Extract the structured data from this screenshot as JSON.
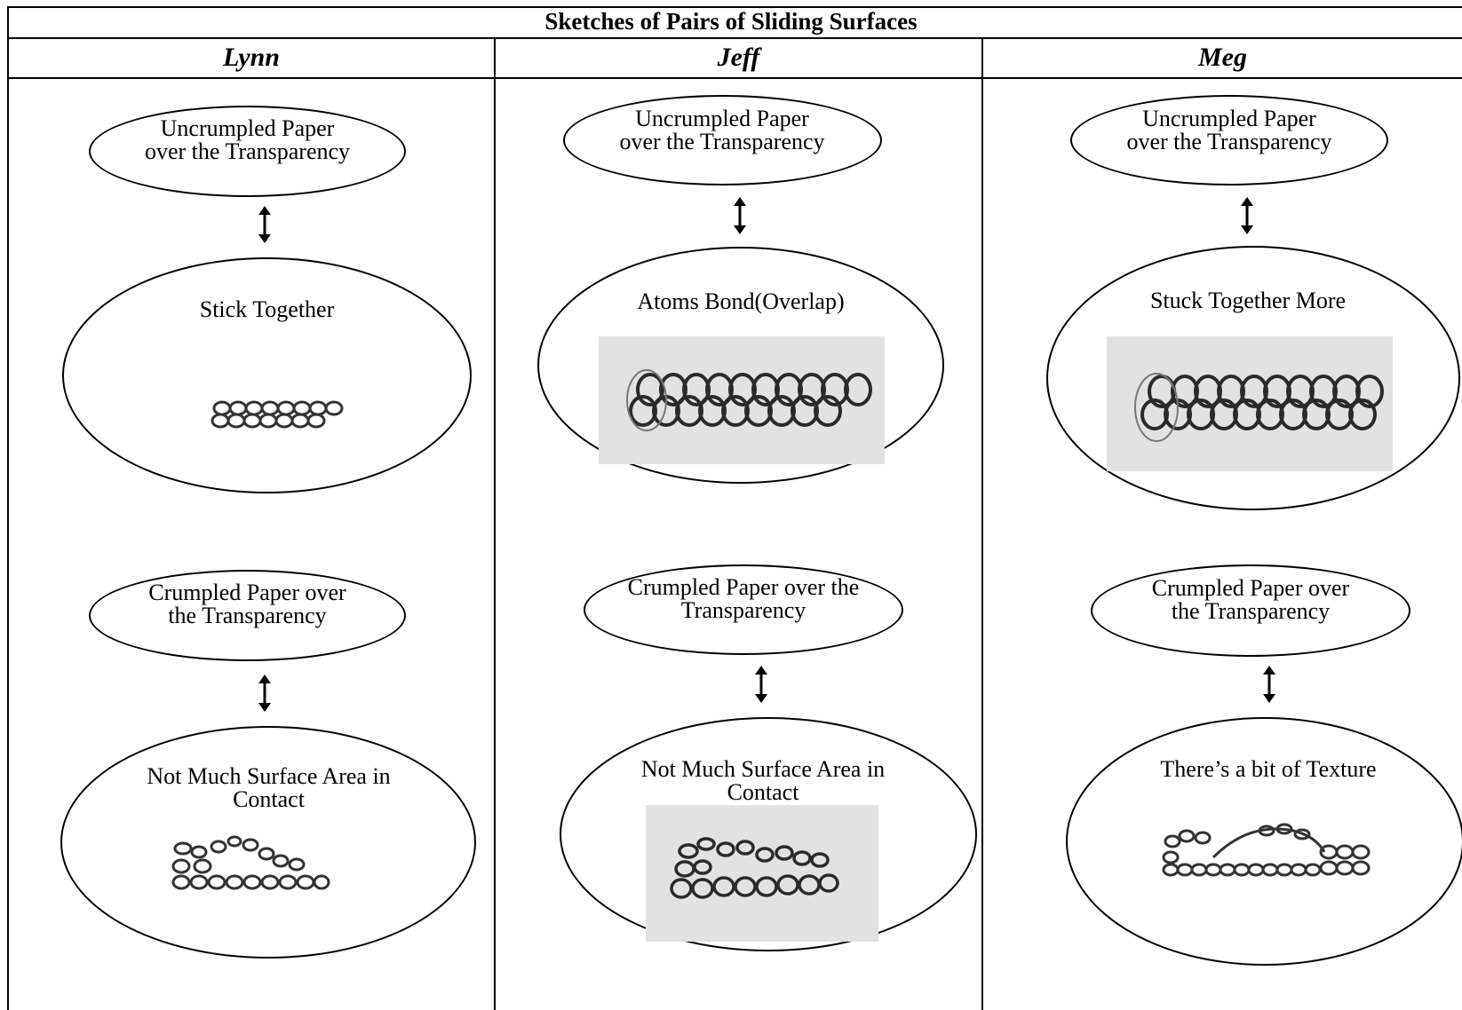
{
  "title": "Sketches of Pairs of  Sliding Surfaces",
  "columns": [
    {
      "name": "Lynn",
      "top_pair_label": "Uncrumpled Paper over the Transparency",
      "top_result": "Stick Together",
      "bottom_pair_label": "Crumpled Paper over the Transparency",
      "bottom_result": "Not Much Surface Area in Contact"
    },
    {
      "name": "Jeff",
      "top_pair_label": "Uncrumpled Paper over the Transparency",
      "top_result": "Atoms Bond(Overlap)",
      "bottom_pair_label": "Crumpled Paper over the Transparency",
      "bottom_result": "Not Much Surface Area in Contact"
    },
    {
      "name": "Meg",
      "top_pair_label": "Uncrumpled Paper over the Transparency",
      "top_result": "Stuck Together More",
      "bottom_pair_label": "Crumpled Paper over the Transparency",
      "bottom_result": "There’s a bit of Texture"
    }
  ]
}
